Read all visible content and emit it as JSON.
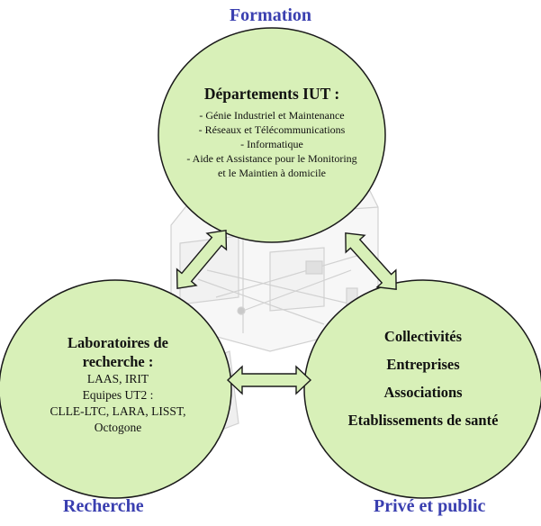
{
  "corner_labels": {
    "top": "Formation",
    "bottom_left": "Recherche",
    "bottom_right": "Privé et public"
  },
  "circles": {
    "formation": {
      "title": "Départements IUT :",
      "items": [
        "- Génie Industriel et Maintenance",
        "- Réseaux et Télécommunications",
        "- Informatique",
        "- Aide et Assistance pour le Monitoring",
        "et le Maintien à domicile"
      ]
    },
    "recherche": {
      "title_line1": "Laboratoires de",
      "title_line2": "recherche :",
      "items": [
        "LAAS, IRIT",
        "Equipes UT2 :",
        "CLLE-LTC, LARA, LISST,",
        "Octogone"
      ]
    },
    "prive": {
      "items": [
        "Collectivités",
        "Entreprises",
        "Associations",
        "Etablissements de santé"
      ]
    }
  },
  "colors": {
    "circle_fill": "#d8f0b8",
    "circle_stroke": "#1a1a1a",
    "arrow_fill": "#d8f0b8",
    "label_blue": "#3a3fb0"
  },
  "icons": [
    "house-sketch-background",
    "double-arrow"
  ]
}
